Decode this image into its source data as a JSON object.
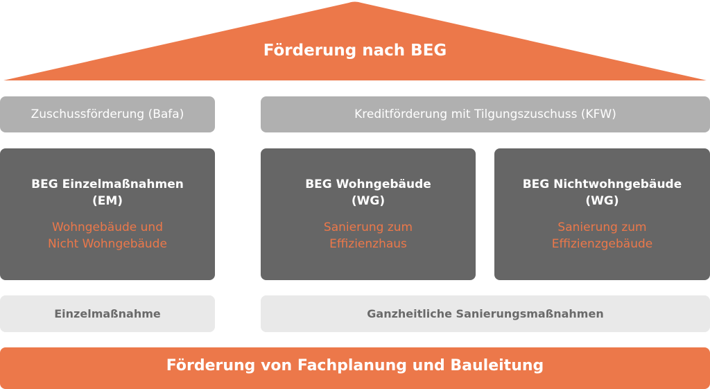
{
  "roof": {
    "title": "Förderung nach BEG"
  },
  "funding_types": [
    {
      "label": "Zuschussförderung (Bafa)"
    },
    {
      "label": "Kreditförderung mit Tilgungszuschuss (KFW)"
    }
  ],
  "programs": [
    {
      "title_line1": "BEG Einzelmaßnahmen",
      "title_line2": "(EM)",
      "sub_line1": "Wohngebäude und",
      "sub_line2": "Nicht Wohngebäude"
    },
    {
      "title_line1": "BEG Wohngebäude",
      "title_line2": "(WG)",
      "sub_line1": "Sanierung zum",
      "sub_line2": "Effizienzhaus"
    },
    {
      "title_line1": "BEG Nichtwohngebäude",
      "title_line2": "(WG)",
      "sub_line1": "Sanierung zum",
      "sub_line2": "Effizienzgebäude"
    }
  ],
  "measures": [
    {
      "label": "Einzelmaßnahme"
    },
    {
      "label": "Ganzheitliche Sanierungsmaßnahmen"
    }
  ],
  "foundation": {
    "label": "Förderung von Fachplanung und Bauleitung"
  },
  "colors": {
    "orange": "#EC784A",
    "mid_gray": "#B0B0B0",
    "dark_gray": "#666666",
    "light_gray": "#E9E9E9"
  }
}
